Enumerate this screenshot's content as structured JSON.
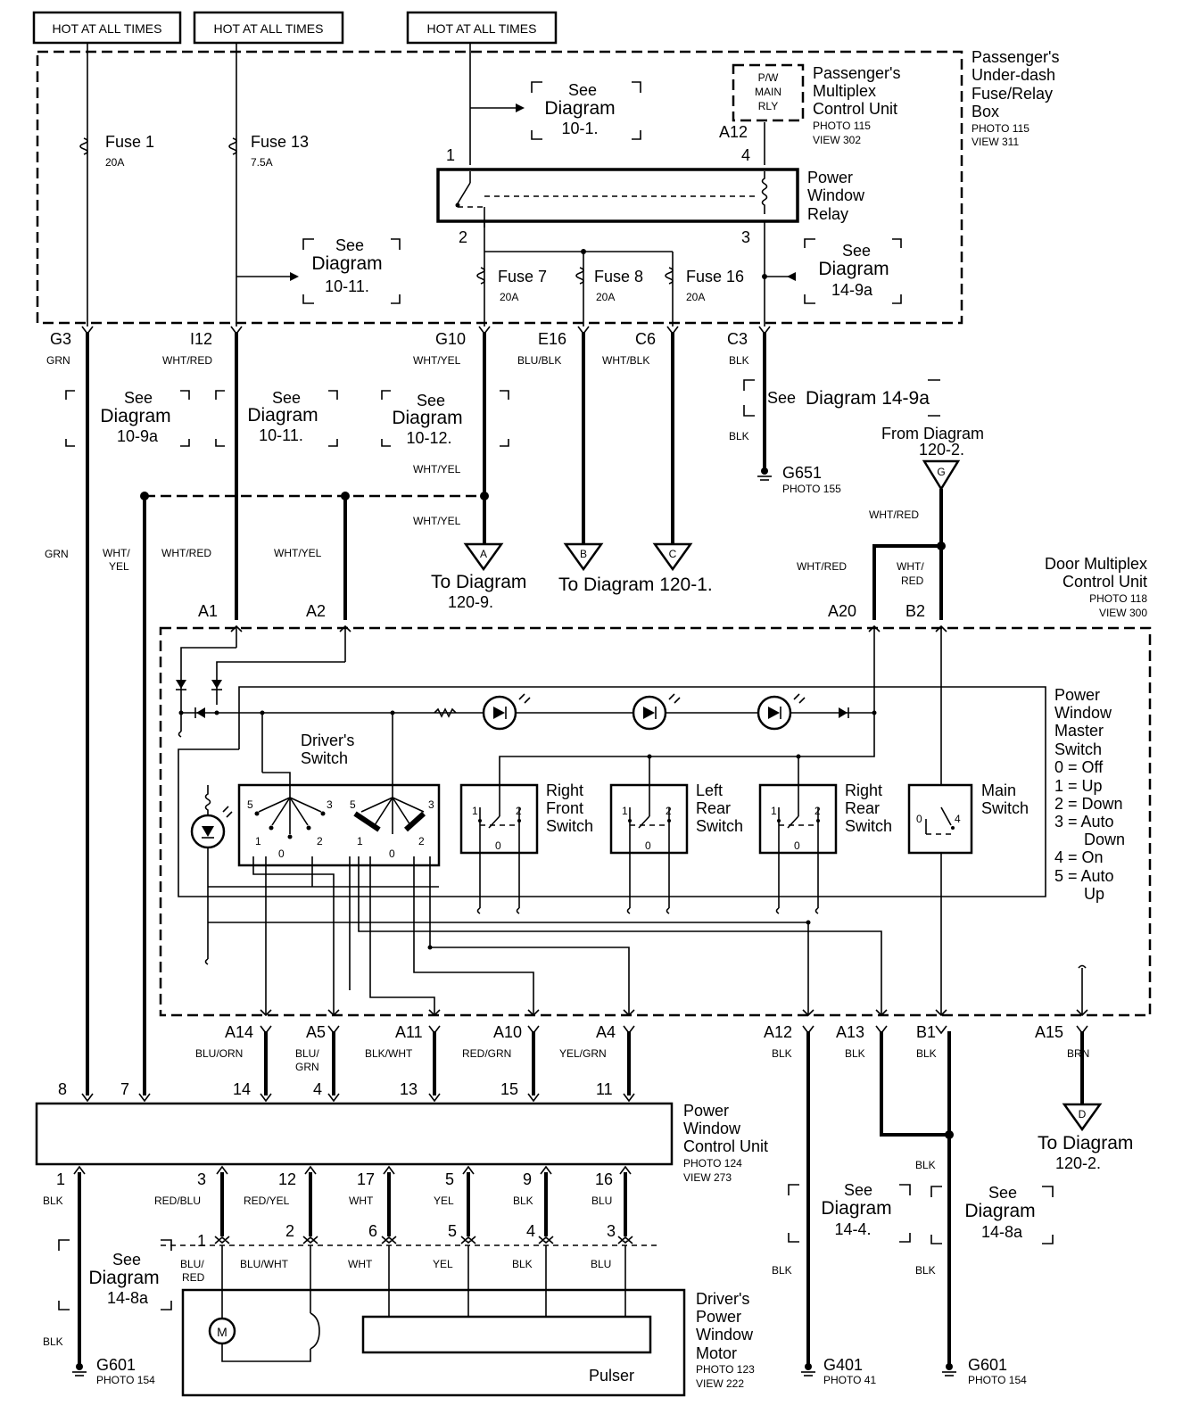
{
  "header_tags": [
    "HOT AT ALL TIMES",
    "HOT AT ALL TIMES",
    "HOT AT ALL TIMES"
  ],
  "fuse_box": {
    "title": [
      "Passenger's",
      "Under-dash",
      "Fuse/Relay",
      "Box"
    ],
    "photo": "PHOTO 115",
    "view": "VIEW 311"
  },
  "fuses": [
    {
      "name": "Fuse 1",
      "rating": "20A"
    },
    {
      "name": "Fuse 13",
      "rating": "7.5A"
    },
    {
      "name": "Fuse 7",
      "rating": "20A"
    },
    {
      "name": "Fuse 8",
      "rating": "20A"
    },
    {
      "name": "Fuse 16",
      "rating": "20A"
    }
  ],
  "pmcu": {
    "relay_box": [
      "P/W",
      "MAIN",
      "RLY"
    ],
    "title": [
      "Passenger's",
      "Multiplex",
      "Control Unit"
    ],
    "photo": "PHOTO 115",
    "view": "VIEW 302",
    "pin": "A12"
  },
  "relay": {
    "title": [
      "Power",
      "Window",
      "Relay"
    ],
    "pins": [
      "1",
      "4",
      "2",
      "3"
    ]
  },
  "connectors_top": [
    {
      "pin": "G3",
      "color": "GRN"
    },
    {
      "pin": "I12",
      "color": "WHT/RED"
    },
    {
      "pin": "G10",
      "color": "WHT/YEL"
    },
    {
      "pin": "E16",
      "color": "BLU/BLK"
    },
    {
      "pin": "C6",
      "color": "WHT/BLK"
    },
    {
      "pin": "C3",
      "color": "BLK"
    }
  ],
  "see_refs": {
    "see": "See",
    "diagram": "Diagram",
    "d10_1": "10-1.",
    "d10_11a": "10-11.",
    "d14_9a_box": "14-9a",
    "d10_9a": "10-9a",
    "d10_11b": "10-11.",
    "d10_12": "10-12.",
    "d14_9a_line": "Diagram  14-9a",
    "d14_4": "14-4.",
    "d14_8a_right": "14-8a",
    "d14_8a_left": "14-8a"
  },
  "ground_top": {
    "name": "G651",
    "photo": "PHOTO 155",
    "wire": "BLK",
    "wire2": "BLK"
  },
  "from_diagram": {
    "label": "From Diagram",
    "ref": "120-2.",
    "connector": "G"
  },
  "wire_labels_mid": {
    "wht_yel_1": "WHT/YEL",
    "wht_yel_2": "WHT/YEL",
    "wht_red_g": "WHT/RED",
    "grn": "GRN",
    "wht_yel_a": "WHT/",
    "wht_yel_b": "YEL",
    "wht_red": "WHT/RED",
    "wht_yel": "WHT/YEL",
    "a20_wire": "WHT/RED",
    "b2_wire_a": "WHT/",
    "b2_wire_b": "RED"
  },
  "to_diagrams": {
    "a": "A",
    "b": "B",
    "c": "C",
    "d": "D",
    "to_a_label": "To Diagram",
    "to_a_ref": "120-9.",
    "to_bc": "To Diagram  120-1.",
    "to_d_label": "To Diagram",
    "to_d_ref": "120-2."
  },
  "dmcu": {
    "title": [
      "Door Multiplex",
      "Control Unit"
    ],
    "photo": "PHOTO 118",
    "view": "VIEW 300",
    "pins_top": [
      "A1",
      "A2",
      "A20",
      "B2"
    ]
  },
  "master_switch": {
    "title": [
      "Power",
      "Window",
      "Master",
      "Switch"
    ],
    "legend": [
      "0 = Off",
      "1 = Up",
      "2 = Down",
      "3 = Auto",
      "Down",
      "4 = On",
      "5 = Auto",
      "Up"
    ],
    "drivers_switch": [
      "Driver's",
      "Switch"
    ],
    "right_front": [
      "Right",
      "Front",
      "Switch"
    ],
    "left_rear": [
      "Left",
      "Rear",
      "Switch"
    ],
    "right_rear": [
      "Right",
      "Rear",
      "Switch"
    ],
    "main_switch": [
      "Main",
      "Switch"
    ],
    "pos": [
      "5",
      "3",
      "1",
      "0",
      "2",
      "1",
      "2",
      "0",
      "0",
      "4"
    ]
  },
  "connectors_bottom": [
    {
      "pin": "A14",
      "color": "BLU/ORN",
      "num": "14"
    },
    {
      "pin": "A5",
      "color": "BLU/",
      "color2": "GRN",
      "num": "4"
    },
    {
      "pin": "A11",
      "color": "BLK/WHT",
      "num": "13"
    },
    {
      "pin": "A10",
      "color": "RED/GRN",
      "num": "15"
    },
    {
      "pin": "A4",
      "color": "YEL/GRN",
      "num": "11"
    },
    {
      "pin": "A12",
      "color": "BLK"
    },
    {
      "pin": "A13",
      "color": "BLK"
    },
    {
      "pin": "B1",
      "color": "BLK"
    },
    {
      "pin": "A15",
      "color": "BRN"
    }
  ],
  "pwcu": {
    "title": [
      "Power",
      "Window",
      "Control Unit"
    ],
    "photo": "PHOTO 124",
    "view": "VIEW 273",
    "pins_top": [
      "8",
      "7"
    ],
    "pins_bottom": [
      {
        "num": "1",
        "color": "BLK"
      },
      {
        "num": "3",
        "color": "RED/BLU"
      },
      {
        "num": "12",
        "color": "RED/YEL"
      },
      {
        "num": "17",
        "color": "WHT"
      },
      {
        "num": "5",
        "color": "YEL"
      },
      {
        "num": "9",
        "color": "BLK"
      },
      {
        "num": "16",
        "color": "BLU"
      }
    ]
  },
  "motor": {
    "title": [
      "Driver's",
      "Power",
      "Window",
      "Motor"
    ],
    "photo": "PHOTO 123",
    "view": "VIEW 222",
    "pulser": "Pulser",
    "m": "M",
    "pins": [
      {
        "num": "1",
        "color": "BLU/",
        "color2": "RED"
      },
      {
        "num": "2",
        "color": "BLU/WHT"
      },
      {
        "num": "6",
        "color": "WHT"
      },
      {
        "num": "5",
        "color": "YEL"
      },
      {
        "num": "4",
        "color": "BLK"
      },
      {
        "num": "3",
        "color": "BLU"
      }
    ]
  },
  "grounds_bottom": [
    {
      "name": "G601",
      "photo": "PHOTO 154",
      "wire": "BLK",
      "wire2": "BLK"
    },
    {
      "name": "G401",
      "photo": "PHOTO 41",
      "wire": "BLK"
    },
    {
      "name": "G601",
      "photo": "PHOTO 154",
      "wire": "BLK",
      "wire2": "BLK"
    }
  ]
}
